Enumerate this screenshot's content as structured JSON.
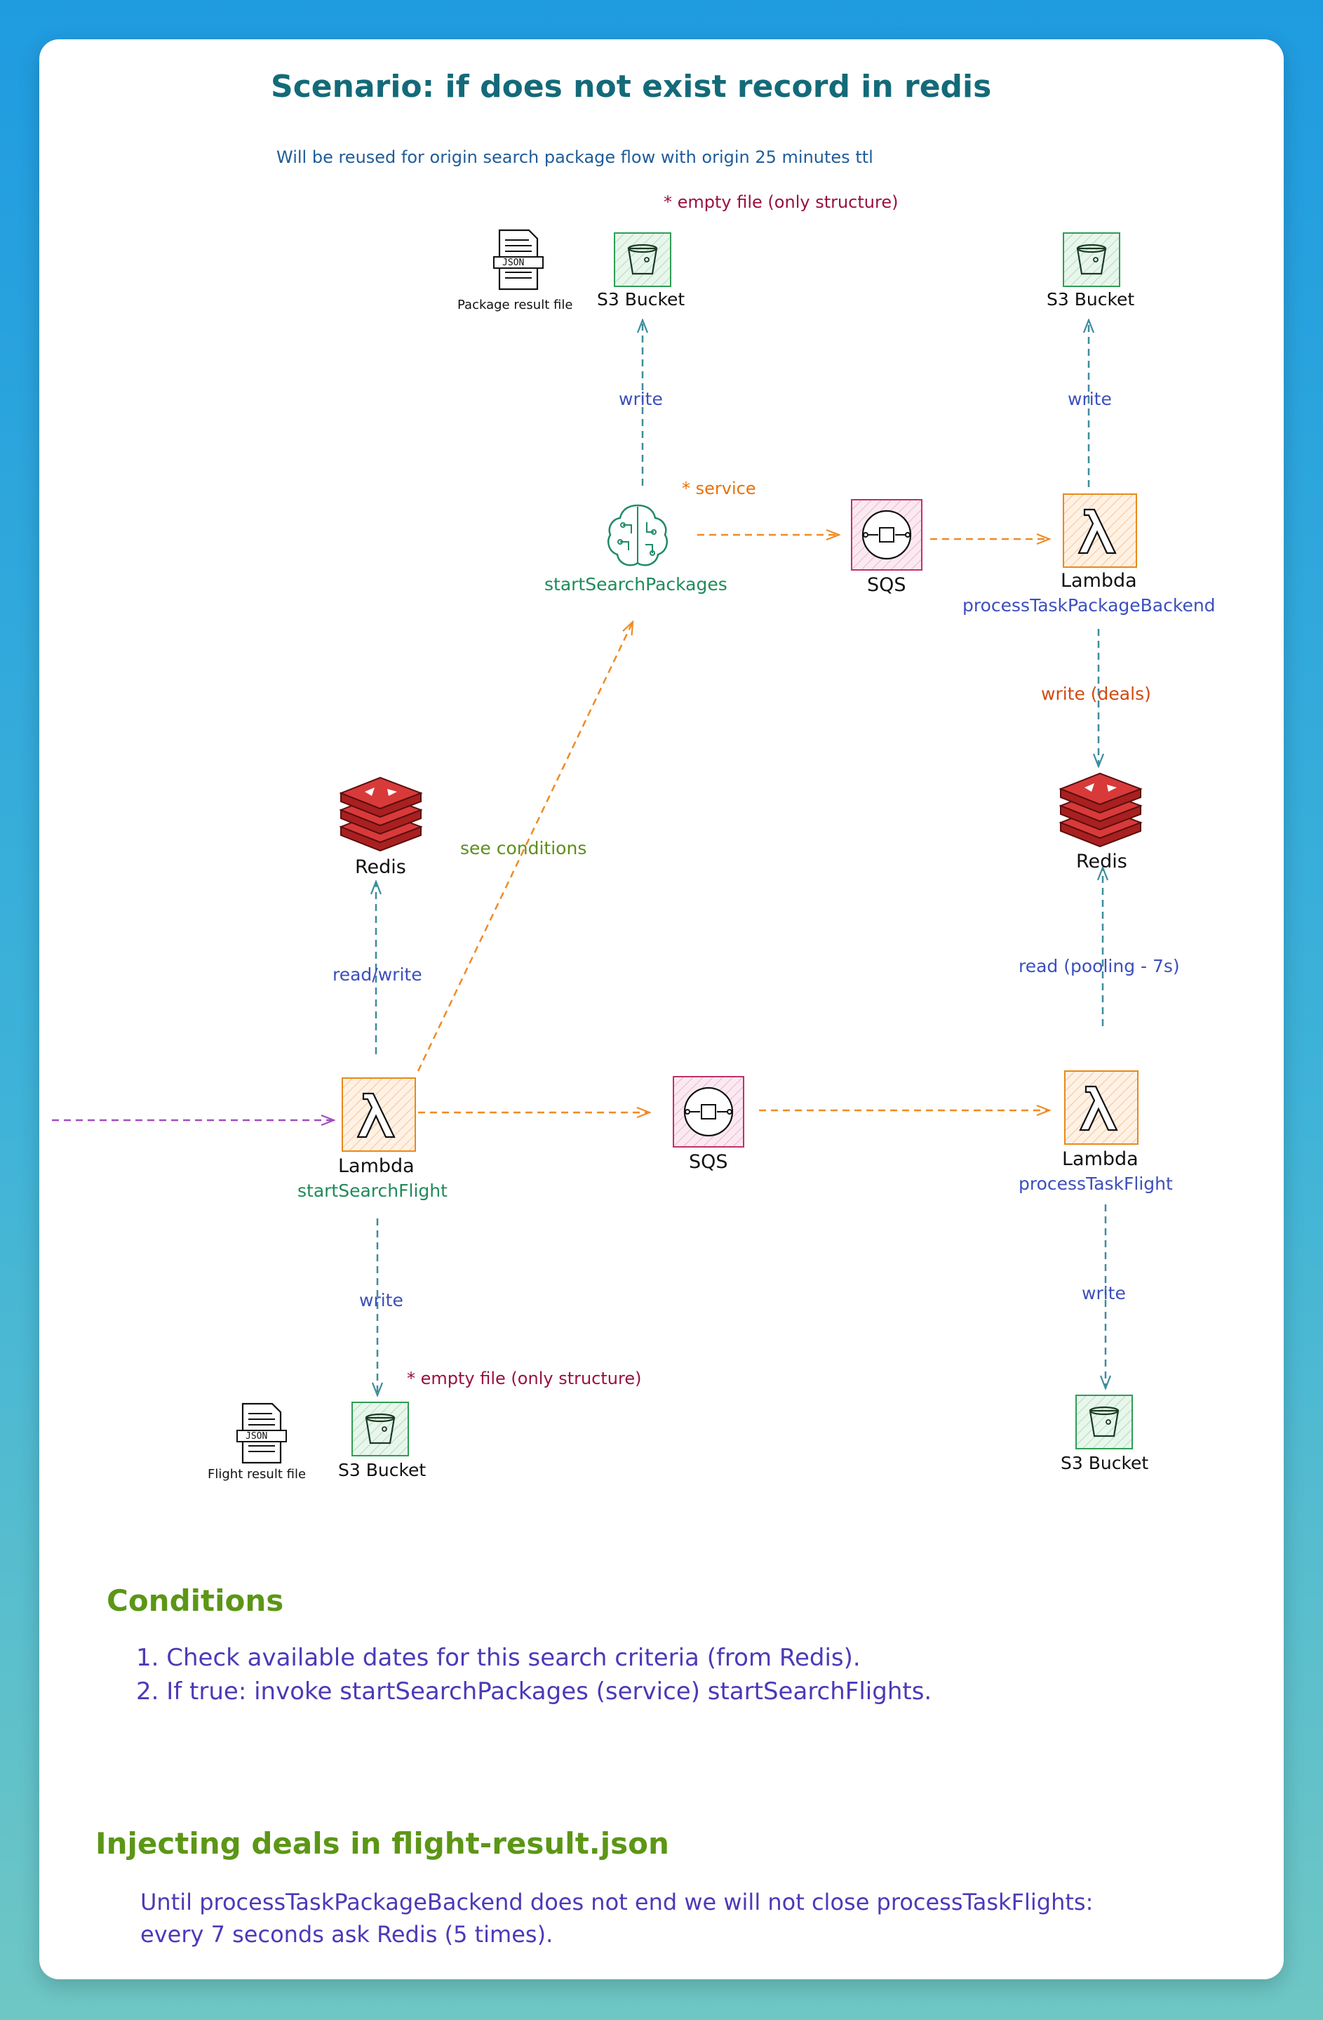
{
  "title": "Scenario: if does not exist record in redis",
  "subtitle": "Will be reused for origin search package flow with origin 25 minutes ttl",
  "notes": {
    "empty_top": "* empty file (only structure)",
    "service": "* service",
    "empty_bottom": "* empty file (only structure)"
  },
  "nodes": {
    "s3_top_mid": "S3 Bucket",
    "s3_top_right": "S3 Bucket",
    "s3_bottom_left": "S3 Bucket",
    "s3_bottom_right": "S3 Bucket",
    "package_file": "Package result file",
    "flight_file": "Flight result file",
    "json_tag": "JSON",
    "start_search_packages": "startSearchPackages",
    "sqs_top": "SQS",
    "sqs_bottom": "SQS",
    "lambda_top": "Lambda",
    "lambda_top_name": "processTaskPackageBackend",
    "redis_left": "Redis",
    "redis_right": "Redis",
    "lambda_left": "Lambda",
    "lambda_left_name": "startSearchFlight",
    "lambda_right": "Lambda",
    "lambda_right_name": "processTaskFlight"
  },
  "edges": {
    "write_1": "write",
    "write_2": "write",
    "write_deals": "write (deals)",
    "see_conditions": "see conditions",
    "read_write": "read/write",
    "read_pooling": "read (pooling - 7s)",
    "write_3": "write",
    "write_4": "write"
  },
  "conditions": {
    "heading": "Conditions",
    "items": [
      "1. Check available dates for this search criteria (from Redis).",
      "2. If true: invoke startSearchPackages (service) startSearchFlights."
    ]
  },
  "injecting": {
    "heading": "Injecting deals in flight-result.json",
    "lines": [
      "Until processTaskPackageBackend does not end we will not close processTaskFlights:",
      "every 7 seconds ask Redis (5 times)."
    ]
  },
  "colors": {
    "orange_arrow": "#f08a24",
    "teal_arrow": "#3e8c9c",
    "purple_arrow": "#a34dbf",
    "s3_green": "#2f9e54",
    "lambda_orange": "#e8891a",
    "sqs_pink": "#c2306a",
    "redis_red": "#c62b2b"
  }
}
